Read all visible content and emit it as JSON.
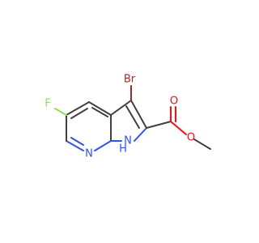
{
  "molecule": {
    "atoms": {
      "br": {
        "symbol": "Br",
        "color": "#a62929"
      },
      "f": {
        "symbol": "F",
        "color": "#90e050"
      },
      "n_pyridine": {
        "symbol": "N",
        "color": "#3050f8"
      },
      "n_pyrrole": {
        "symbol": "N",
        "color": "#3050f8"
      },
      "h_pyrrole": {
        "symbol": "H",
        "color": "#3050f8"
      },
      "o_carbonyl": {
        "symbol": "O",
        "color": "#ff0d0d"
      },
      "o_ester": {
        "symbol": "O",
        "color": "#ff0d0d"
      }
    },
    "bond_color": "#404040"
  }
}
